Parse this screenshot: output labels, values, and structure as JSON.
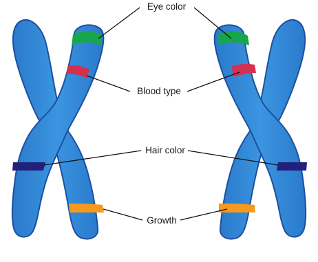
{
  "diagram": {
    "labels": {
      "eye_color": "Eye color",
      "blood_type": "Blood type",
      "hair_color": "Hair color",
      "growth": "Growth"
    },
    "colors": {
      "chromosome_fill": "#2f86d6",
      "chromosome_highlight": "#4aa3ea",
      "chromosome_outline": "#1d4fa0",
      "eye_band": "#17a64a",
      "blood_band": "#d6304f",
      "hair_band": "#21207a",
      "growth_band": "#f59a1c",
      "line": "#111111"
    }
  }
}
